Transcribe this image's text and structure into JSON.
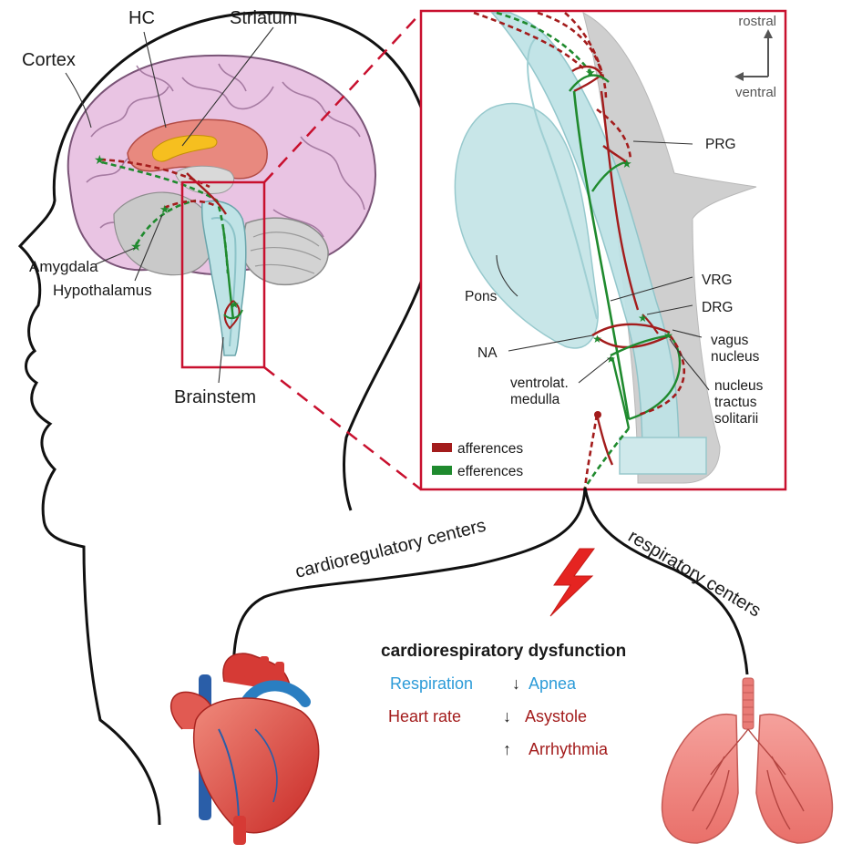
{
  "brain_labels": {
    "hc": "HC",
    "striatum": "Striatum",
    "cortex": "Cortex",
    "amygdala": "Amygdala",
    "hypothalamus": "Hypothalamus",
    "brainstem": "Brainstem"
  },
  "inset_labels": {
    "rostral": "rostral",
    "ventral": "ventral",
    "prg": "PRG",
    "pons": "Pons",
    "vrg": "VRG",
    "drg": "DRG",
    "na": "NA",
    "vagus_line1": "vagus",
    "vagus_line2": "nucleus",
    "ventrolat_line1": "ventrolat.",
    "ventrolat_line2": "medulla",
    "nts_line1": "nucleus",
    "nts_line2": "tractus",
    "nts_line3": "solitarii"
  },
  "legend": [
    {
      "label": "afferences",
      "color": "#a31c1c"
    },
    {
      "label": "efferences",
      "color": "#1f8a2e"
    }
  ],
  "branches": {
    "left": "cardioregulatory centers",
    "right": "respiratory centers"
  },
  "dysfunction": {
    "title": "cardiorespiratory dysfunction",
    "rows": [
      {
        "left": "Respiration",
        "arrow": "↓",
        "right": "Apnea",
        "left_color": "#2c9bd8",
        "right_color": "#2c9bd8"
      },
      {
        "left": "Heart rate",
        "arrow": "↓",
        "right": "Asystole",
        "left_color": "#a31c1c",
        "right_color": "#a31c1c"
      },
      {
        "left": "",
        "arrow": "↑",
        "right": "Arrhythmia",
        "left_color": "#a31c1c",
        "right_color": "#a31c1c"
      }
    ]
  },
  "colors": {
    "afferent": "#a31c1c",
    "efferent": "#1f8a2e",
    "frame": "#c8102e",
    "brain": "#e9c4e3",
    "brainstem": "#bfe3e6",
    "lightning": "#e52421",
    "heart": "#d8322e",
    "lung": "#ef8a86"
  }
}
